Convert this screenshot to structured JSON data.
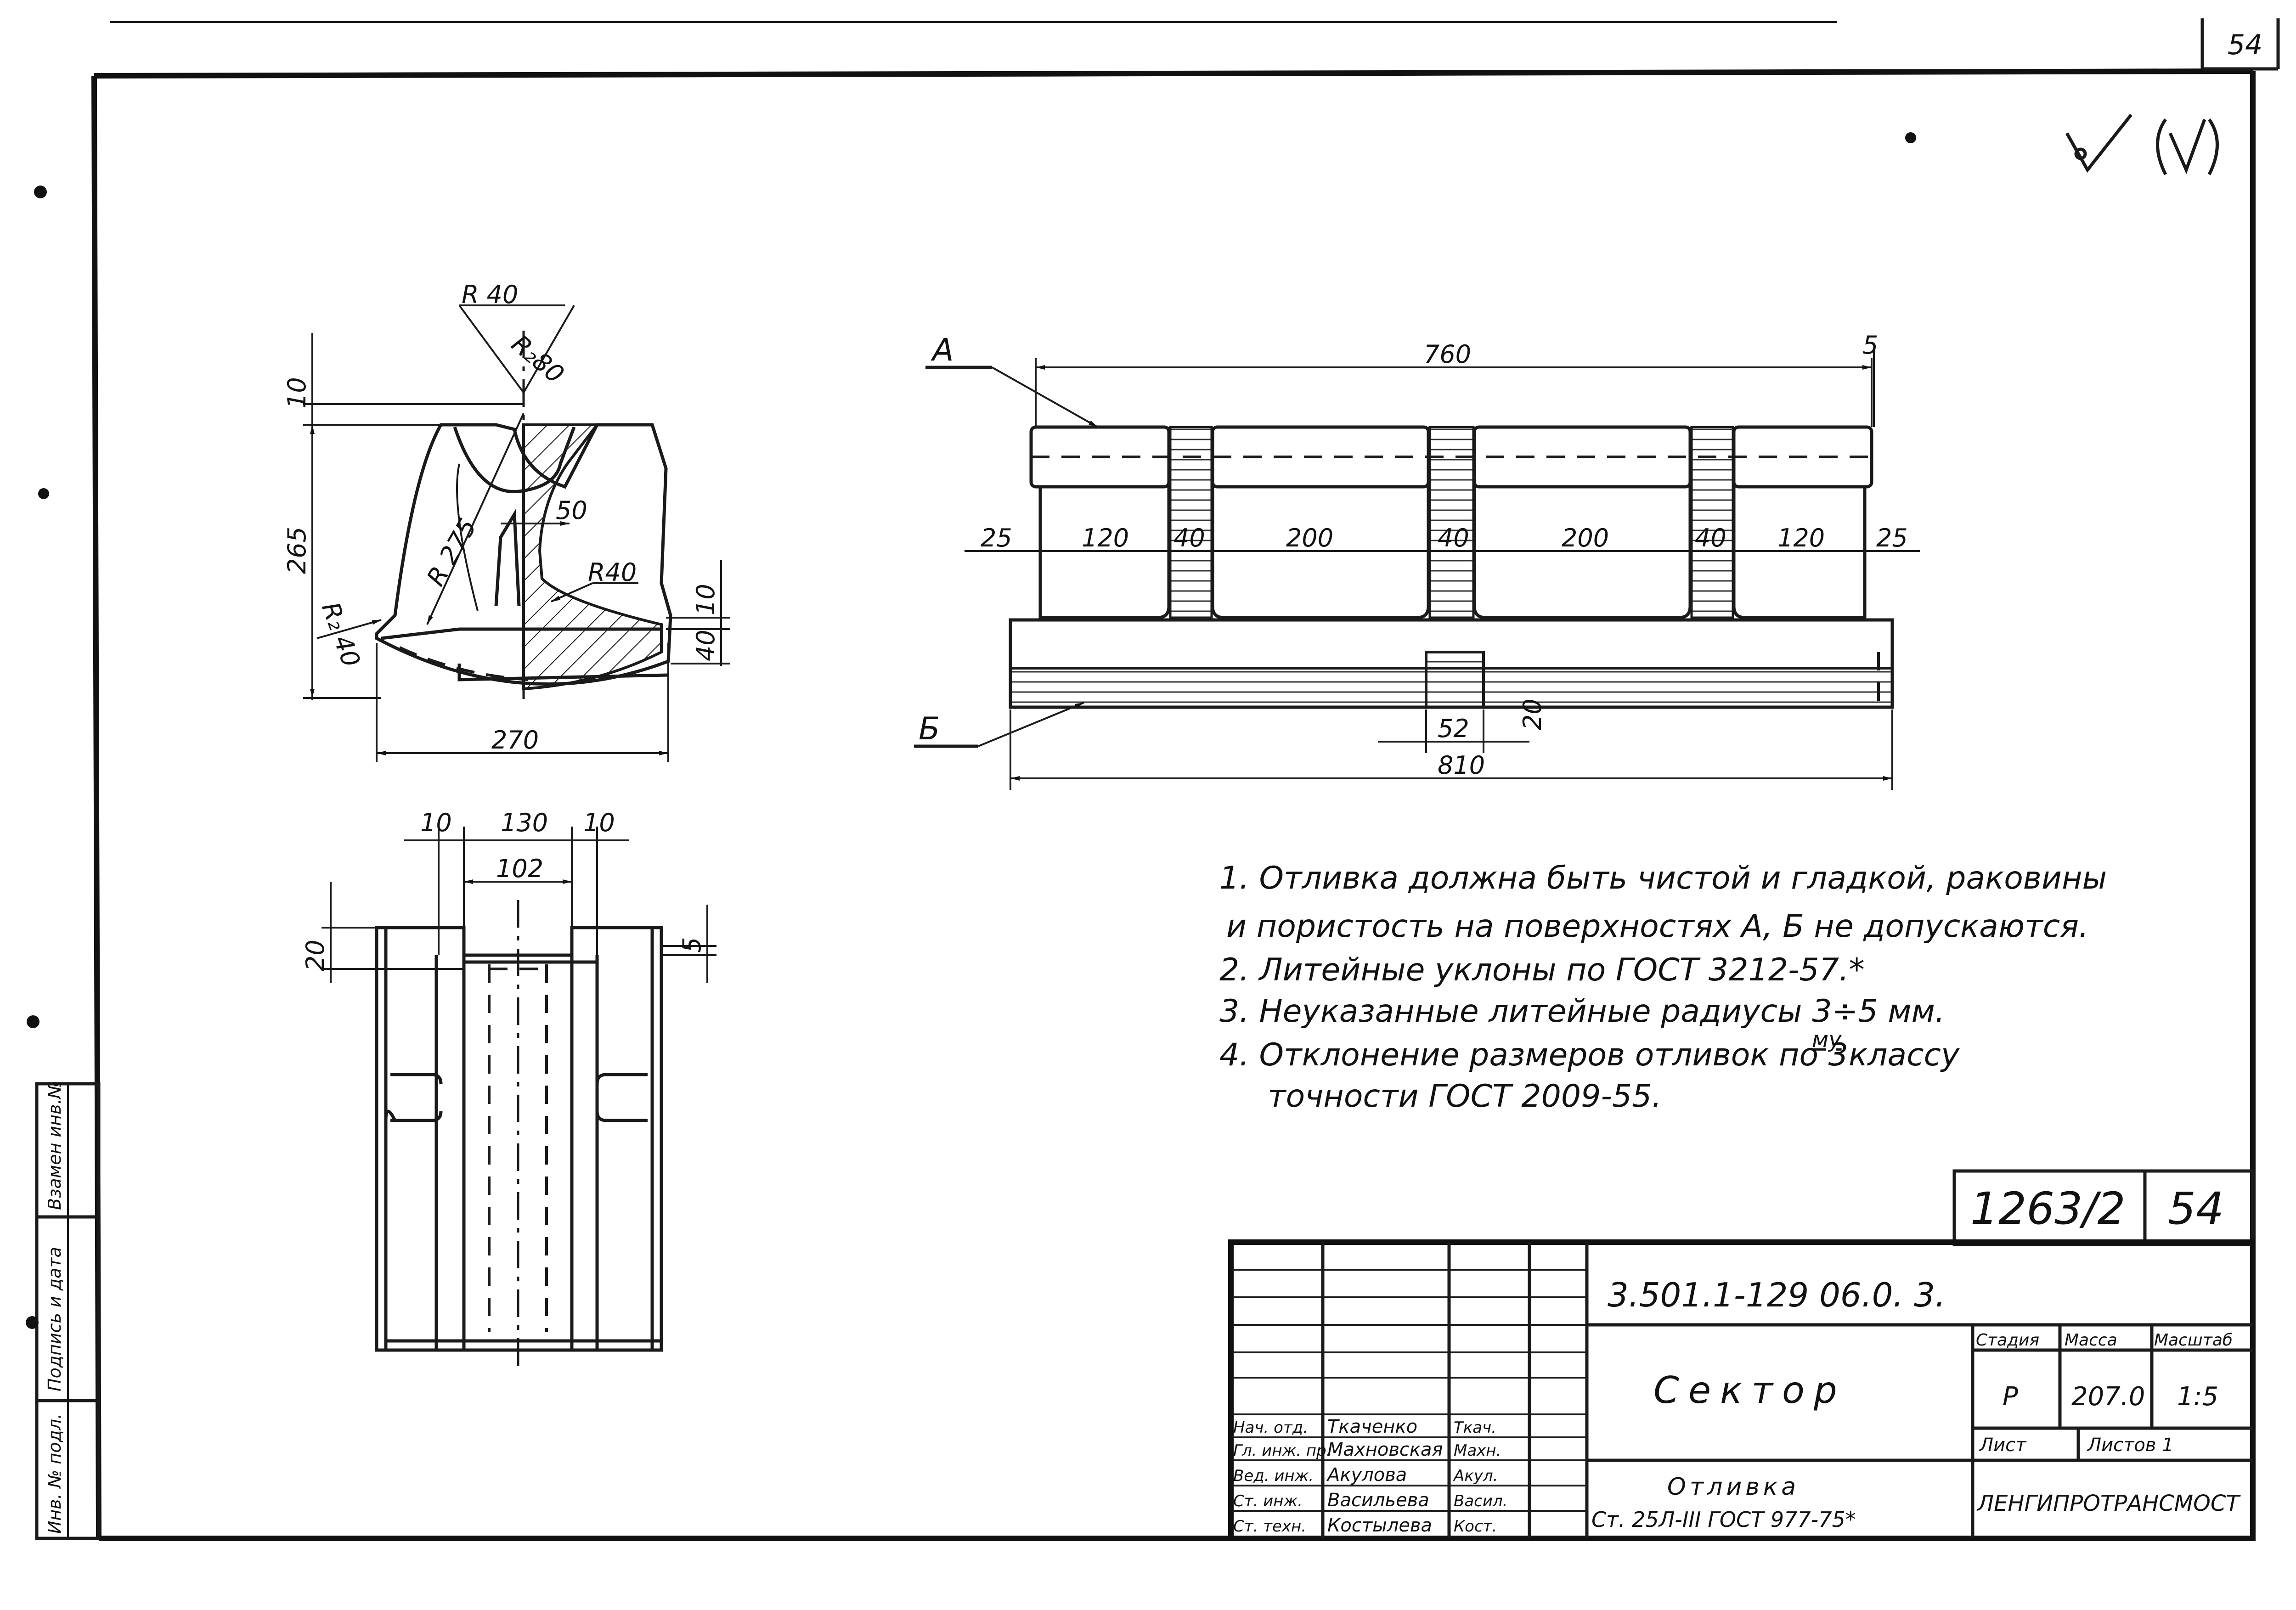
{
  "sheet": {
    "page_number": "54",
    "roughness_mark": "∨ (∨)"
  },
  "view_section": {
    "dims": {
      "r40_top": "R 40",
      "r80": "R₂80",
      "d10_top": "10",
      "d265": "265",
      "r275": "R 275",
      "d50": "50",
      "r40_right": "R40",
      "r40_left": "R₂ 40",
      "d10_right": "10",
      "d40": "40",
      "d270": "270"
    }
  },
  "view_front": {
    "label_a": "А",
    "label_b": "Б",
    "dims": {
      "d760": "760",
      "d5": "5",
      "d25_left": "25",
      "d120_left": "120",
      "d40_a": "40",
      "d200_a": "200",
      "d40_b": "40",
      "d200_b": "200",
      "d40_c": "40",
      "d120_right": "120",
      "d25_right": "25",
      "d52": "52",
      "d20": "20",
      "d810": "810"
    }
  },
  "view_top": {
    "dims": {
      "d10_left": "10",
      "d130": "130",
      "d10_right": "10",
      "d102": "102",
      "d20": "20",
      "d5": "5"
    }
  },
  "notes": [
    "1. Отливка должна быть чистой и гладкой, раковины",
    "и пористость на поверхностях А, Б не допускаются.",
    "2. Литейные уклоны по ГОСТ 3212-57.*",
    "3. Неуказанные литейные радиусы 3÷5 мм.",
    "4. Отклонение размеров отливок по 3",
    "точности ГОСТ 2009-55."
  ],
  "note4_super": "му",
  "note4_tail": "классу",
  "side_stamp": {
    "col1": "Инв. № подл.",
    "col2": "Подпись и дата",
    "col3": "Взамен инв.№"
  },
  "title_block": {
    "doc_ref_top": "1263/2",
    "doc_ref_sheet": "54",
    "designation": "3.501.1-129 06.0. 3.",
    "name": "Сектор",
    "material_label": "Отливка",
    "material": "Ст. 25Л-III ГОСТ 977-75*",
    "stage_header": "Стадия",
    "mass_header": "Масса",
    "scale_header": "Масштаб",
    "stage": "Р",
    "mass": "207.0",
    "scale": "1:5",
    "sheet_label": "Лист",
    "sheets_label": "Листов 1",
    "organization": "ЛЕНГИПРОТРАНСМОСТ",
    "roles": [
      {
        "role": "Нач. отд.",
        "name": "Ткаченко",
        "sign": "Ткач."
      },
      {
        "role": "Гл. инж. пр.",
        "name": "Махновская",
        "sign": "Махн."
      },
      {
        "role": "Вед. инж.",
        "name": "Акулова",
        "sign": "Акул."
      },
      {
        "role": "Ст. инж.",
        "name": "Васильева",
        "sign": "Васил."
      },
      {
        "role": "Ст. техн.",
        "name": "Костылева",
        "sign": "Кост."
      }
    ]
  }
}
